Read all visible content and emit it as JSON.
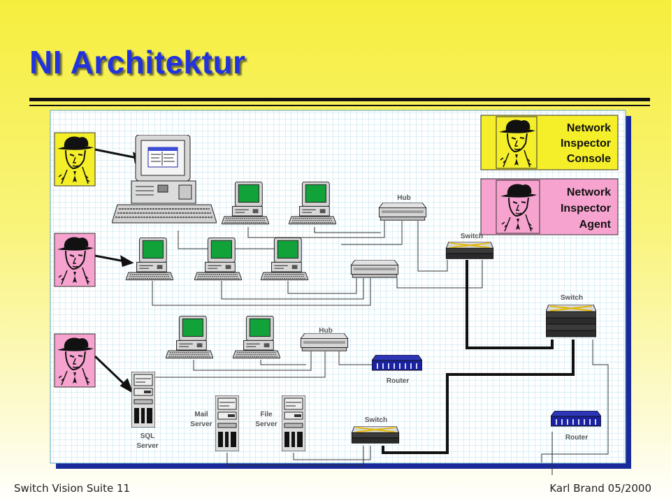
{
  "slide": {
    "title": "NI Architektur",
    "footer_left": "Switch Vision Suite  11",
    "footer_right": "Karl Brand 05/2000"
  },
  "legend": {
    "console": [
      "Network",
      "Inspector",
      "Console"
    ],
    "agent": [
      "Network",
      "Inspector",
      "Agent"
    ]
  },
  "labels": {
    "hub_top": "Hub",
    "switch_top": "Switch",
    "switch_right": "Switch",
    "hub_mid": "Hub",
    "router_mid": "Router",
    "switch_bottom": "Switch",
    "router_right": "Router",
    "sql_server": [
      "SQL",
      "Server"
    ],
    "mail_server": [
      "Mail",
      "Server"
    ],
    "file_server": [
      "File",
      "Server"
    ]
  },
  "colors": {
    "title": "#2233dd",
    "console_bg": "#f5ef2a",
    "agent_bg": "#f7a3cf",
    "grid": "#a7d9ea",
    "screen": "#12a23a",
    "device_blue": "#1a22a0"
  }
}
